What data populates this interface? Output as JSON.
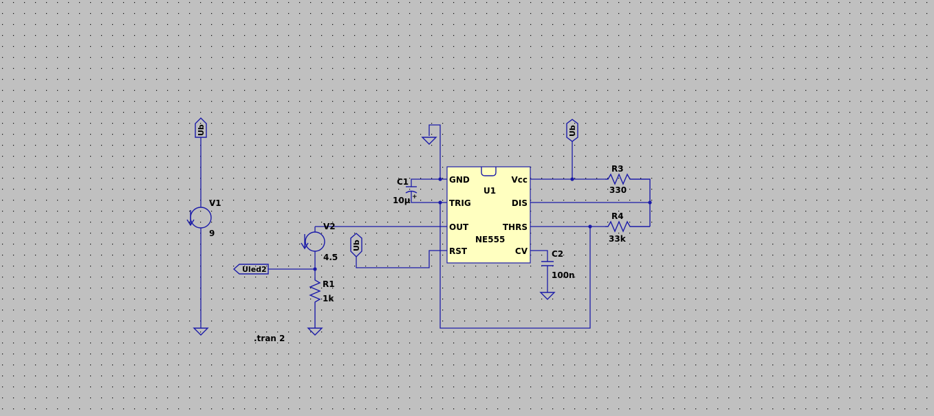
{
  "colors": {
    "background": "#c0c0c0",
    "grid_dot": "#000000",
    "wire": "#1a1aa8",
    "ic_fill": "#ffffc0",
    "text": "#000000"
  },
  "ic": {
    "refdes": "U1",
    "part": "NE555",
    "pins": {
      "gnd": "GND",
      "trig": "TRIG",
      "out": "OUT",
      "rst": "RST",
      "vcc": "Vcc",
      "dis": "DIS",
      "thrs": "THRS",
      "cv": "CV"
    }
  },
  "components": {
    "v1": {
      "name": "V1",
      "value": "9"
    },
    "v2": {
      "name": "V2",
      "value": "4.5"
    },
    "r1": {
      "name": "R1",
      "value": "1k"
    },
    "r3": {
      "name": "R3",
      "value": "330"
    },
    "r4": {
      "name": "R4",
      "value": "33k"
    },
    "c1": {
      "name": "C1",
      "value": "10µ"
    },
    "c2": {
      "name": "C2",
      "value": "100n"
    }
  },
  "nets": {
    "supply_label": "Ub",
    "led_label": "Uled2"
  },
  "directive": ".tran 2"
}
